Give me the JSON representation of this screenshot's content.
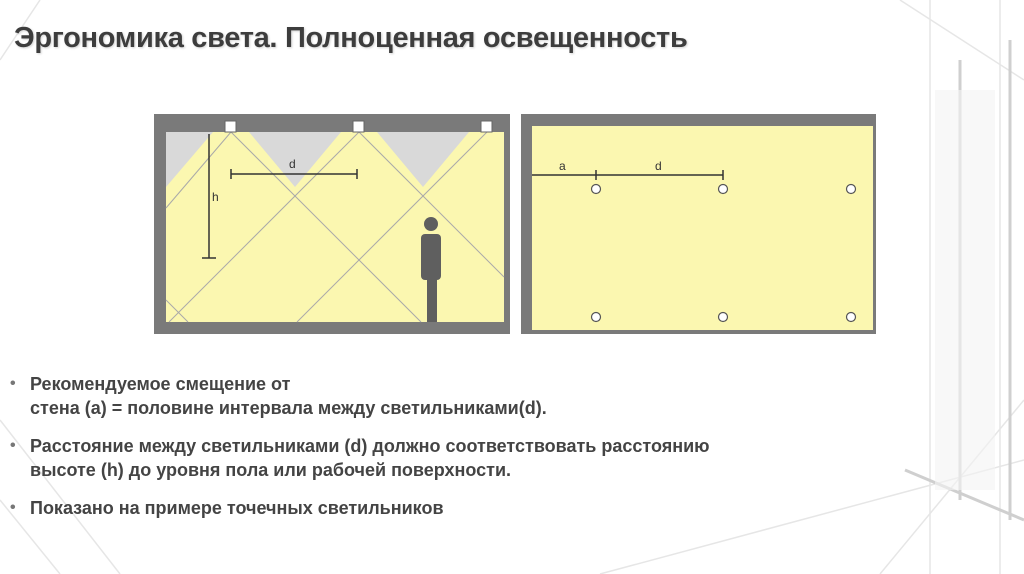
{
  "title": "Эргономика света. Полноценная освещенность",
  "section_view": {
    "label_h": "h",
    "label_d": "d"
  },
  "plan_view": {
    "label_a": "a",
    "label_d": "d"
  },
  "bullets": [
    {
      "lines": [
        "Рекомендуемое смещение от",
        "стена (a) = половине интервала между светильниками(d)."
      ]
    },
    {
      "lines": [
        "Расстояние между светильниками (d) должно соответствовать расстоянию",
        "высоте (h) до уровня пола или рабочей поверхности."
      ]
    },
    {
      "lines": [
        "Показано на примере точечных светильников"
      ]
    }
  ],
  "colors": {
    "frame": "#7a7a7a",
    "light_fill": "#fbf7b0",
    "shade_fill": "#d9d9d9",
    "person": "#5f5f5f",
    "text": "#444444"
  }
}
